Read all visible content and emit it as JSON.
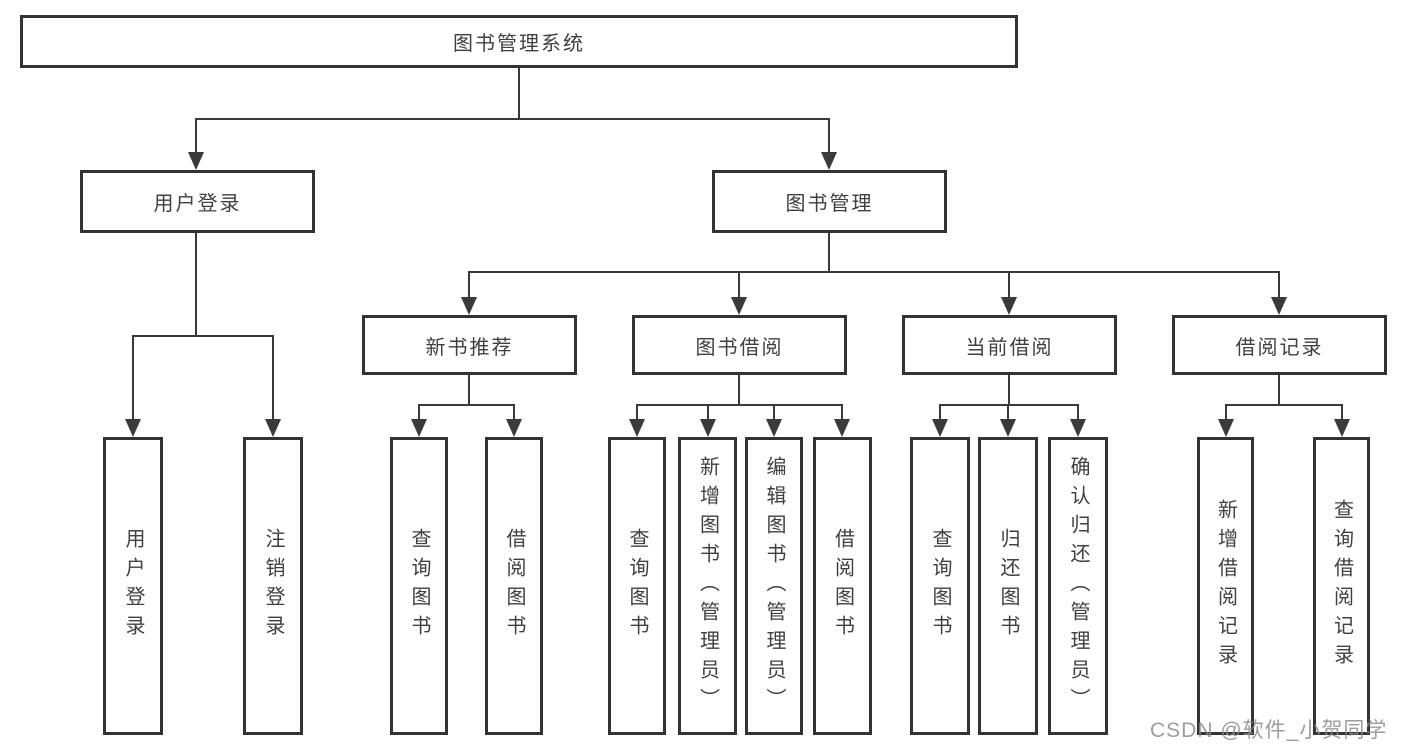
{
  "nodes": {
    "root": {
      "label": "图书管理系统"
    },
    "user_login": {
      "label": "用户登录"
    },
    "book_mgmt": {
      "label": "图书管理"
    },
    "new_book_rec": {
      "label": "新书推荐"
    },
    "book_borrow": {
      "label": "图书借阅"
    },
    "current_borrow": {
      "label": "当前借阅"
    },
    "borrow_records": {
      "label": "借阅记录"
    },
    "leaf_user_login": {
      "label": "用户登录"
    },
    "leaf_logout": {
      "label": "注销登录"
    },
    "leaf_rec_query": {
      "label": "查询图书"
    },
    "leaf_rec_borrow": {
      "label": "借阅图书"
    },
    "leaf_bb_query": {
      "label": "查询图书"
    },
    "leaf_bb_add": {
      "label": "新增图书（管理员）"
    },
    "leaf_bb_edit": {
      "label": "编辑图书（管理员）"
    },
    "leaf_bb_borrow": {
      "label": "借阅图书"
    },
    "leaf_cb_query": {
      "label": "查询图书"
    },
    "leaf_cb_return": {
      "label": "归还图书"
    },
    "leaf_cb_confirm": {
      "label": "确认归还（管理员）"
    },
    "leaf_br_add": {
      "label": "新增借阅记录"
    },
    "leaf_br_query": {
      "label": "查询借阅记录"
    }
  },
  "hierarchy": {
    "label": "图书管理系统",
    "children": [
      {
        "label": "用户登录",
        "children": [
          {
            "label": "用户登录"
          },
          {
            "label": "注销登录"
          }
        ]
      },
      {
        "label": "图书管理",
        "children": [
          {
            "label": "新书推荐",
            "children": [
              {
                "label": "查询图书"
              },
              {
                "label": "借阅图书"
              }
            ]
          },
          {
            "label": "图书借阅",
            "children": [
              {
                "label": "查询图书"
              },
              {
                "label": "新增图书（管理员）"
              },
              {
                "label": "编辑图书（管理员）"
              },
              {
                "label": "借阅图书"
              }
            ]
          },
          {
            "label": "当前借阅",
            "children": [
              {
                "label": "查询图书"
              },
              {
                "label": "归还图书"
              },
              {
                "label": "确认归还（管理员）"
              }
            ]
          },
          {
            "label": "借阅记录",
            "children": [
              {
                "label": "新增借阅记录"
              },
              {
                "label": "查询借阅记录"
              }
            ]
          }
        ]
      }
    ]
  },
  "colors": {
    "border": "#333333",
    "line": "#3a3a3a",
    "text": "#404040",
    "watermark": "#8c8c8c"
  },
  "watermark": {
    "text": "CSDN @软件_小贺同学"
  }
}
